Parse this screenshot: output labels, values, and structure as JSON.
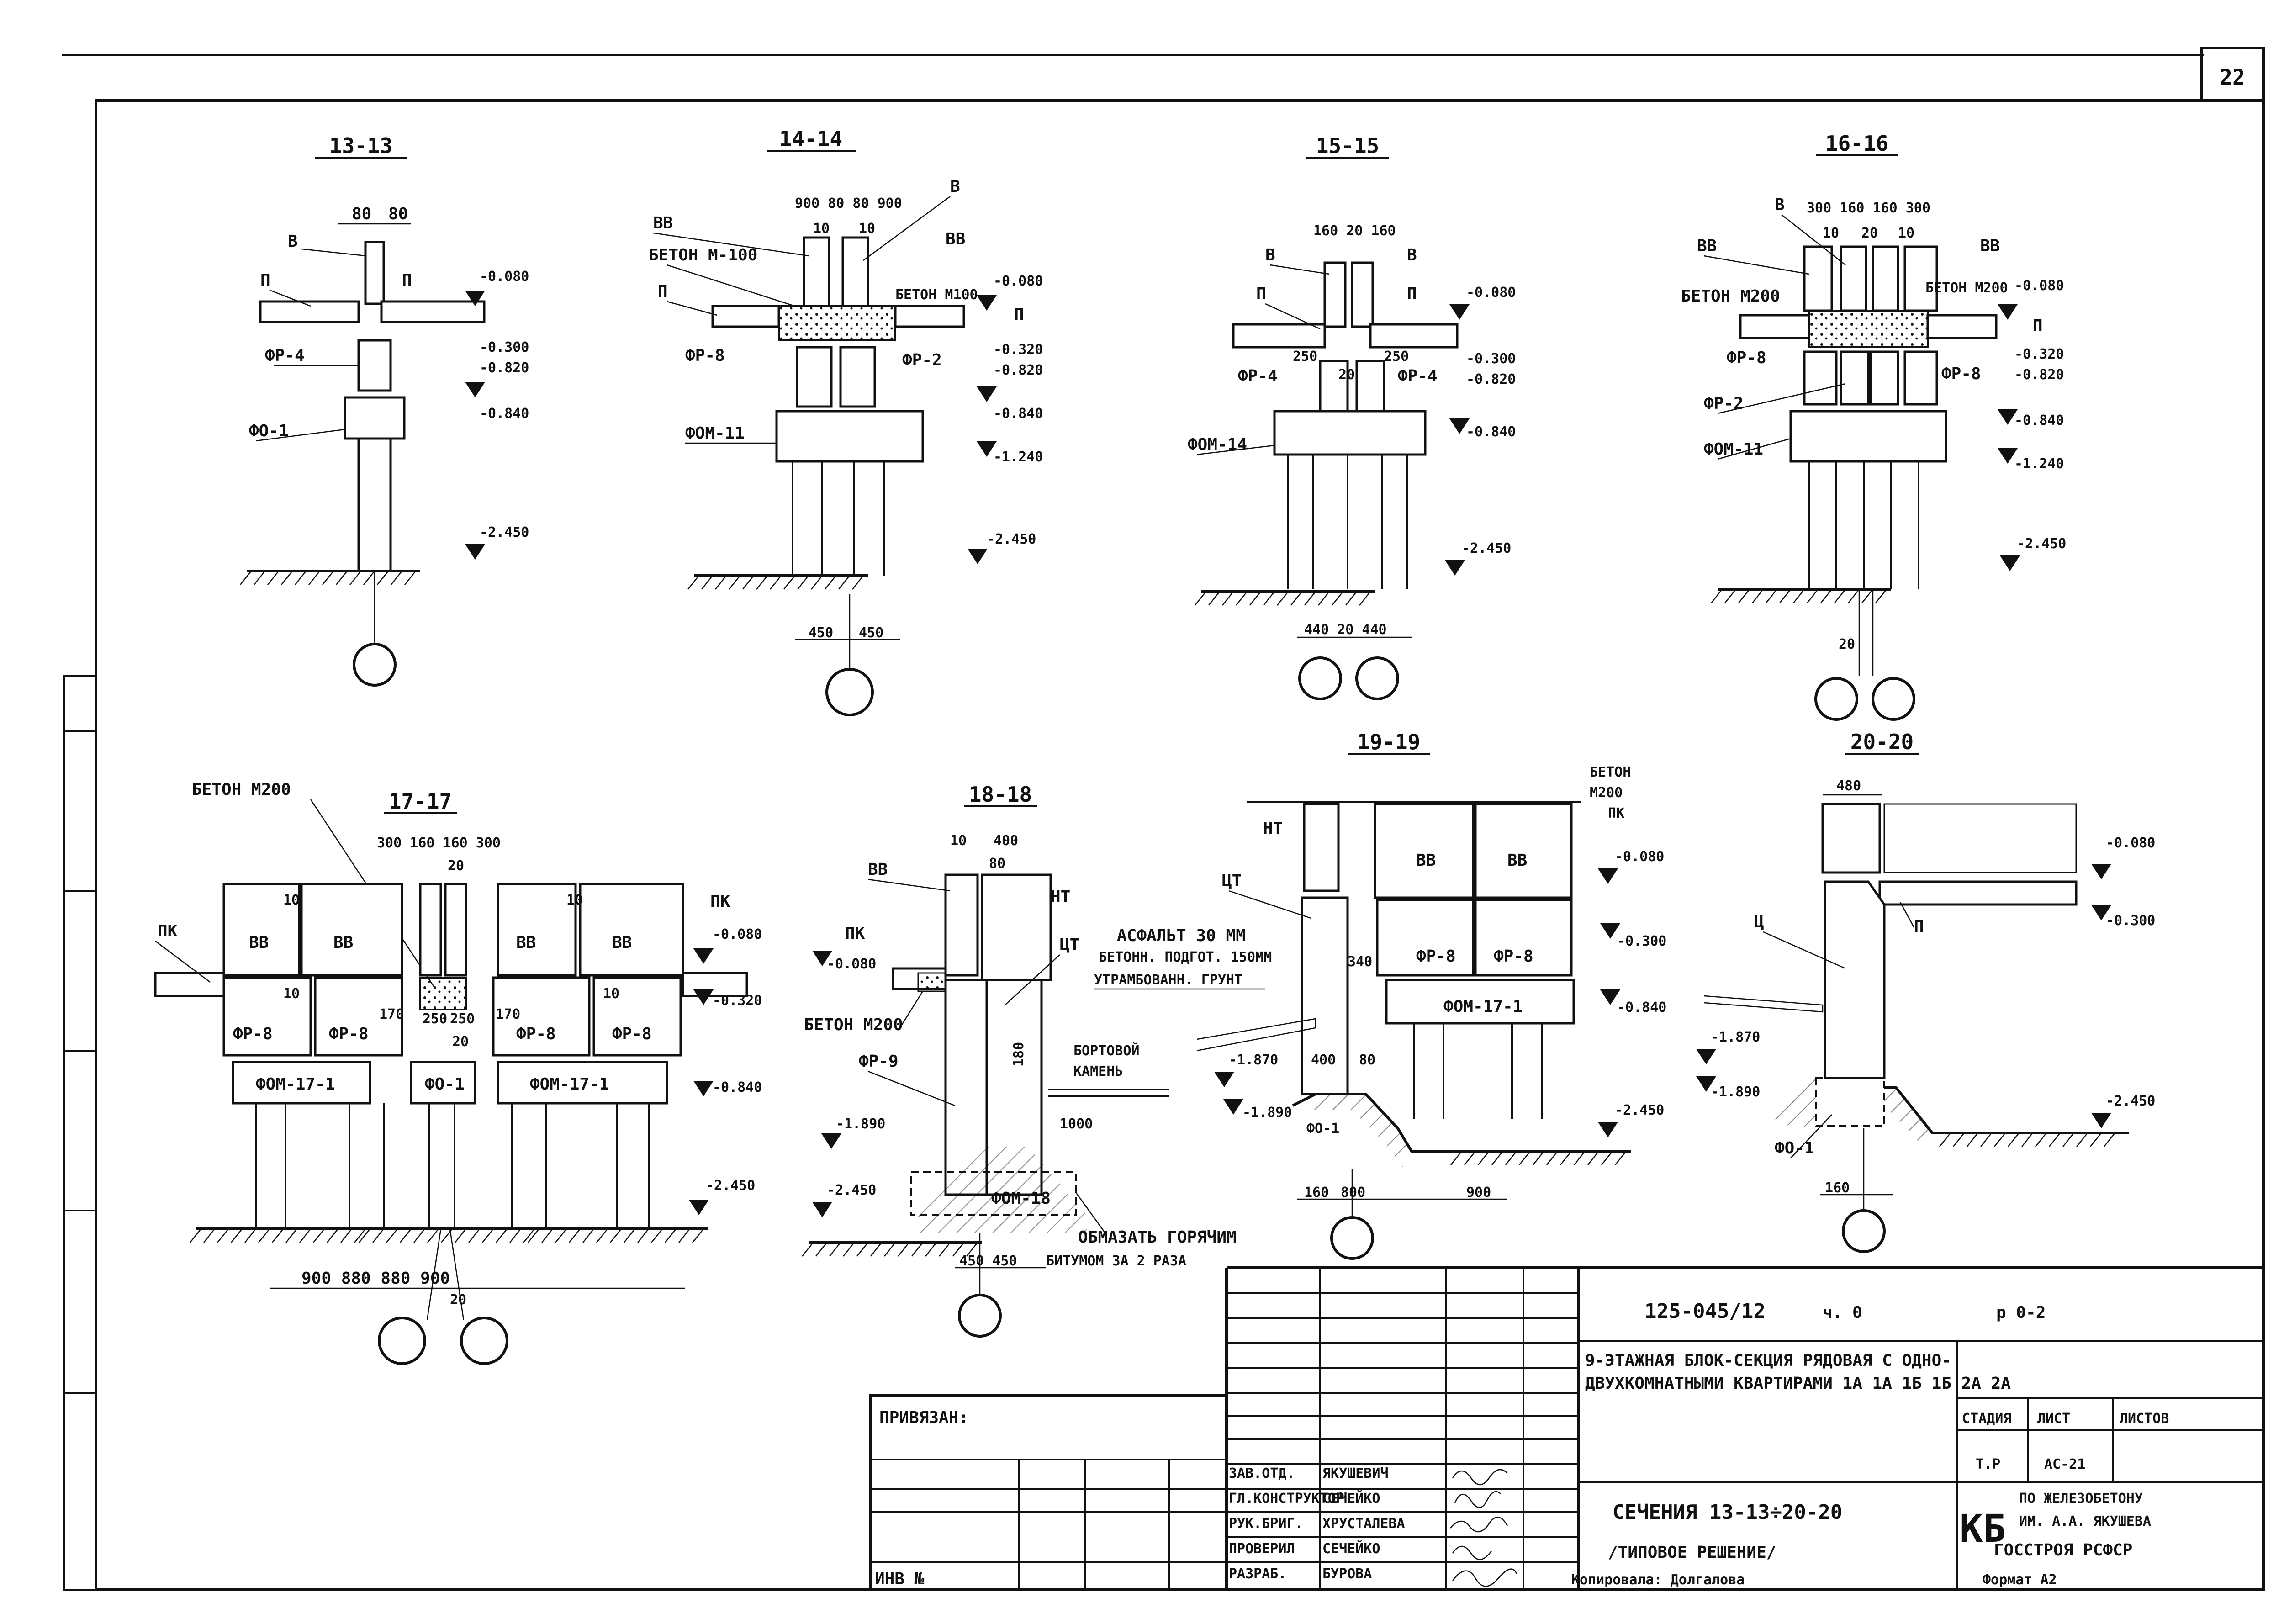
{
  "sheet": {
    "sheet_number": "22",
    "code": "125-045/12",
    "part": "ч. 0",
    "rev": "р 0-2",
    "title_line1": "9-ЭТАЖНАЯ БЛОК-СЕКЦИЯ РЯДОВАЯ С ОДНО-",
    "title_line2": "ДВУХКОМНАТНЫМИ КВАРТИРАМИ 1А 1А 1Б 1Б 2А 2А",
    "drawing_title_1": "СЕЧЕНИЯ 13-13÷20-20",
    "drawing_title_2": "/ТИПОВОЕ РЕШЕНИЕ/",
    "stage_label": "СТАДИЯ",
    "sheet_label": "ЛИСТ",
    "sheets_label": "ЛИСТОВ",
    "stage": "Т.Р",
    "sheet_id": "АС-21",
    "org_mark": "КБ",
    "org_line1": "ПО ЖЕЛЕЗОБЕТОНУ",
    "org_line2": "ИМ. А.А. ЯКУШЕВА",
    "org_line3": "ГОССТРОЯ РСФСР",
    "bound_label": "ПРИВЯЗАН:",
    "inv_label": "ИНВ №",
    "copied_label": "Копировала: Долгалова",
    "format_note": "Формат А2",
    "signatures": [
      {
        "role": "ЗАВ.ОТД.",
        "name": "ЯКУШЕВИЧ"
      },
      {
        "role": "ГЛ.КОНСТРУКТОР",
        "name": "СЕЧЕЙКО"
      },
      {
        "role": "РУК.БРИГ.",
        "name": "ХРУСТАЛЕВА"
      },
      {
        "role": "ПРОВЕРИЛ",
        "name": "СЕЧЕЙКО"
      },
      {
        "role": "РАЗРАБ.",
        "name": "БУРОВА"
      }
    ]
  },
  "sections": [
    {
      "id": "13-13"
    },
    {
      "id": "14-14"
    },
    {
      "id": "15-15"
    },
    {
      "id": "16-16"
    },
    {
      "id": "17-17"
    },
    {
      "id": "18-18"
    },
    {
      "id": "19-19"
    },
    {
      "id": "20-20"
    }
  ],
  "labels": {
    "s13": {
      "title": "13-13",
      "d1": "80",
      "d2": "80",
      "v": "В",
      "p1": "П",
      "p2": "П",
      "fr": "ФР-4",
      "fo": "ФО-1",
      "e1": "-0.080",
      "e2": "-0.300",
      "e3": "-0.820",
      "e4": "-0.840",
      "e5": "-2.450"
    },
    "s14": {
      "title": "14-14",
      "dims": "900 80 80 900",
      "i1": "10",
      "i2": "10",
      "v": "В",
      "vv1": "ВВ",
      "vv2": "ВВ",
      "beton1": "БЕТОН М-100",
      "beton2": "БЕТОН М100",
      "p1": "П",
      "p2": "П",
      "fr8": "ФР-8",
      "fr2": "ФР-2",
      "fom": "ФОМ-11",
      "e1": "-0.080",
      "e2": "-0.320",
      "e3": "-0.820",
      "e4": "-0.840",
      "e5": "-1.240",
      "e6": "-2.450",
      "b1": "450",
      "b2": "450"
    },
    "s15": {
      "title": "15-15",
      "dims": "160 20 160",
      "v1": "В",
      "v2": "В",
      "p1": "П",
      "p2": "П",
      "a1": "250",
      "a2": "250",
      "a3": "20",
      "fr1": "ФР-4",
      "fr2": "ФР-4",
      "fom": "ФОМ-14",
      "e1": "-0.080",
      "e2": "-0.300",
      "e3": "-0.820",
      "e4": "-0.840",
      "e5": "-2.450",
      "b": "440 20 440"
    },
    "s16": {
      "title": "16-16",
      "dims": "300 160 160 300",
      "i1": "10",
      "i2": "20",
      "i3": "10",
      "v": "В",
      "vv1": "ВВ",
      "vv2": "ВВ",
      "beton1": "БЕТОН М200",
      "beton2": "БЕТОН М200",
      "p": "П",
      "fr8a": "ФР-8",
      "fr2": "ФР-2",
      "fr8b": "ФР-8",
      "fom": "ФОМ-11",
      "e1": "-0.080",
      "e2": "-0.320",
      "e3": "-0.820",
      "e4": "-0.840",
      "e5": "-1.240",
      "e6": "-2.450",
      "b": "20"
    },
    "s17": {
      "title": "17-17",
      "beton": "БЕТОН М200",
      "dims": "300 160 160 300",
      "i1": "20",
      "pk1": "ПК",
      "pk2": "ПК",
      "vv1": "ВВ",
      "vv2": "ВВ",
      "vv3": "ВВ",
      "vv4": "ВВ",
      "ten1": "10",
      "ten2": "10",
      "ten3": "10",
      "ten4": "10",
      "fr1": "ФР-8",
      "fr2": "ФР-8",
      "fr3": "ФР-8",
      "fr4": "ФР-8",
      "c170a": "170",
      "c170b": "170",
      "c250a": "250",
      "c250b": "250",
      "c20": "20",
      "fom1": "ФОМ-17-1",
      "fo": "ФО-1",
      "fom2": "ФОМ-17-1",
      "e1": "-0.080",
      "e2": "-0.320",
      "e3": "-0.840",
      "e4": "-2.450",
      "b": "900   880   880   900",
      "bc": "20"
    },
    "s18": {
      "title": "18-18",
      "top1": "10",
      "top2": "400",
      "top3": "80",
      "vv": "ВВ",
      "nt": "НТ",
      "pk": "ПК",
      "ct": "ЦТ",
      "beton": "БЕТОН М200",
      "fr": "ФР-9",
      "asph1": "АСФАЛЬТ 30 ММ",
      "asph2": "БЕТОНН. ПОДГОТ. 150ММ",
      "asph3": "УТРАМБОВАНН. ГРУНТ",
      "bort1": "БОРТОВОЙ",
      "bort2": "КАМЕНЬ",
      "h": "180",
      "w1000": "1000",
      "fom": "ФОМ-18",
      "note1": "ОБМАЗАТЬ ГОРЯЧИМ",
      "note2": "БИТУМОМ ЗА 2 РАЗА",
      "e1": "-0.080",
      "e2": "-1.890",
      "e3": "-2.450",
      "b": "450  450"
    },
    "s19": {
      "title": "19-19",
      "beton1": "БЕТОН",
      "beton2": "М200",
      "pk": "ПК",
      "nt": "НТ",
      "ct": "ЦТ",
      "vv1": "ВВ",
      "vv2": "ВВ",
      "fr1": "ФР-8",
      "fr2": "ФР-8",
      "fom": "ФОМ-17-1",
      "fo": "ФО-1",
      "c340": "340",
      "c400": "400",
      "c80": "80",
      "e1": "-0.080",
      "e2": "-0.300",
      "e3": "-0.840",
      "e4": "-1.870",
      "e5": "-1.890",
      "e6": "-2.450",
      "b1": "160",
      "b2": "800",
      "b3": "900"
    },
    "s20": {
      "title": "20-20",
      "w": "480",
      "c": "Ц",
      "p": "П",
      "fo": "ФО-1",
      "e1": "-0.080",
      "e2": "-0.300",
      "e3": "-1.870",
      "e4": "-1.890",
      "e5": "-2.450",
      "b": "160"
    }
  }
}
